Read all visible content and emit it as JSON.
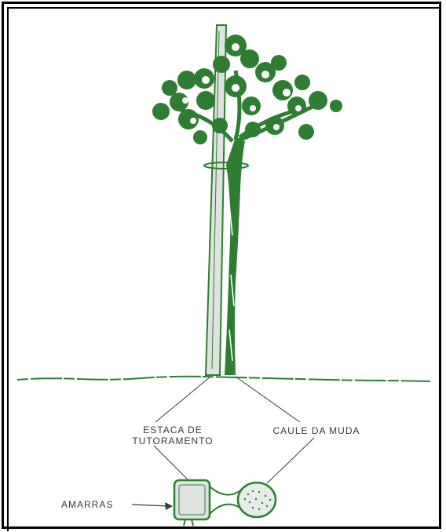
{
  "labels": {
    "estaca_line1": "ESTACA DE",
    "estaca_line2": "TUTORAMENTO",
    "caule": "CAULE DA MUDA",
    "amarras": "AMARRAS"
  },
  "colors": {
    "plant_green": "#2e7d32",
    "stake_fill": "#dfe3df",
    "ink": "#3a3a3a",
    "frame": "#000000"
  }
}
